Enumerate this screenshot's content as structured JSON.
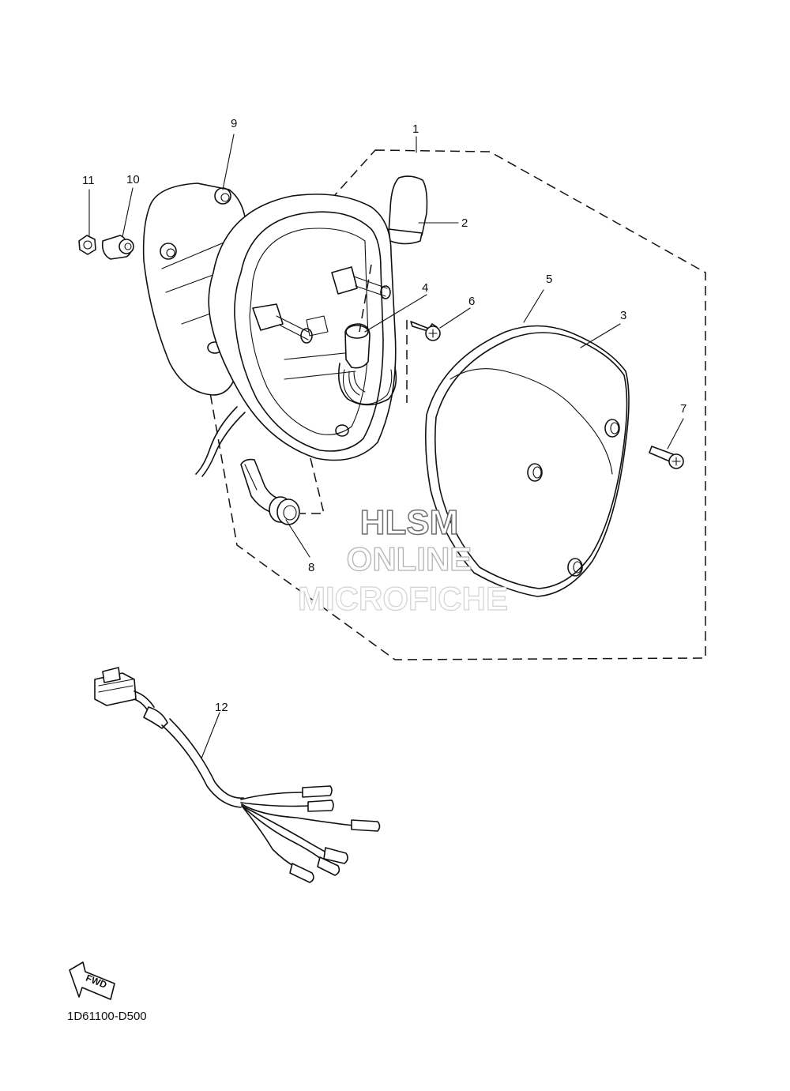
{
  "callouts": [
    "1",
    "2",
    "3",
    "4",
    "5",
    "6",
    "7",
    "8",
    "9",
    "10",
    "11",
    "12"
  ],
  "watermark": {
    "line1": "HLSM",
    "line2": "ONLINE",
    "line3": "MICROFICHE"
  },
  "fwd_label": "FWD",
  "diagram_code": "1D61100-D500"
}
